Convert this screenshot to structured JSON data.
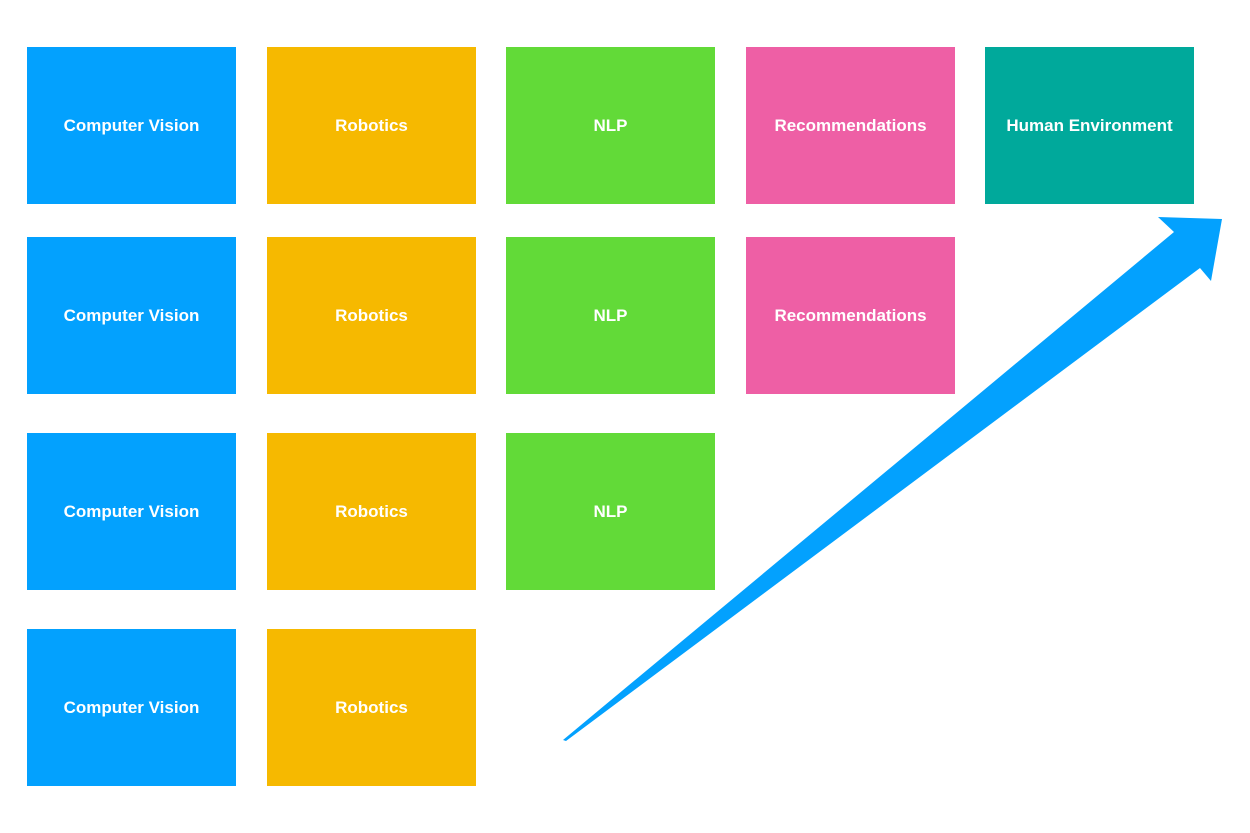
{
  "categories": {
    "cv": {
      "label": "Computer Vision",
      "color": "#03a1fe"
    },
    "rob": {
      "label": "Robotics",
      "color": "#f6b900"
    },
    "nlp": {
      "label": "NLP",
      "color": "#62da38"
    },
    "rec": {
      "label": "Recommendations",
      "color": "#ee5fa5"
    },
    "hum": {
      "label": "Human Environment",
      "color": "#00a99b"
    }
  },
  "rows": [
    [
      "cv",
      "rob",
      "nlp",
      "rec",
      "hum"
    ],
    [
      "cv",
      "rob",
      "nlp",
      "rec"
    ],
    [
      "cv",
      "rob",
      "nlp"
    ],
    [
      "cv",
      "rob"
    ]
  ],
  "arrow": {
    "color": "#03a1fe",
    "meaning": "progression"
  }
}
